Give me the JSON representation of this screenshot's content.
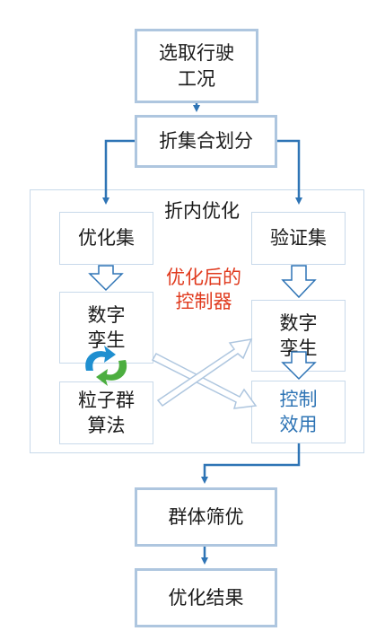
{
  "nodes": {
    "select_conditions": "选取行驶\n工况",
    "fold_split": "折集合划分",
    "inner_opt_title": "折内优化",
    "opt_set": "优化集",
    "val_set": "验证集",
    "twin_left": "数字\n孪生",
    "twin_right": "数字\n孪生",
    "pso": "粒子群\n算法",
    "control_effect": "控制\n效用",
    "group_screen": "群体筛优",
    "opt_result": "优化结果"
  },
  "annotations": {
    "optimized_controller": "优化后的\n控制器"
  },
  "colors": {
    "box_border": "#aec6df",
    "arrow_blue": "#2e74b5",
    "accent_red": "#e03a1e",
    "accent_blue": "#2e74b5",
    "cycle_blue": "#1f8fd0",
    "cycle_green": "#4cae3f"
  }
}
